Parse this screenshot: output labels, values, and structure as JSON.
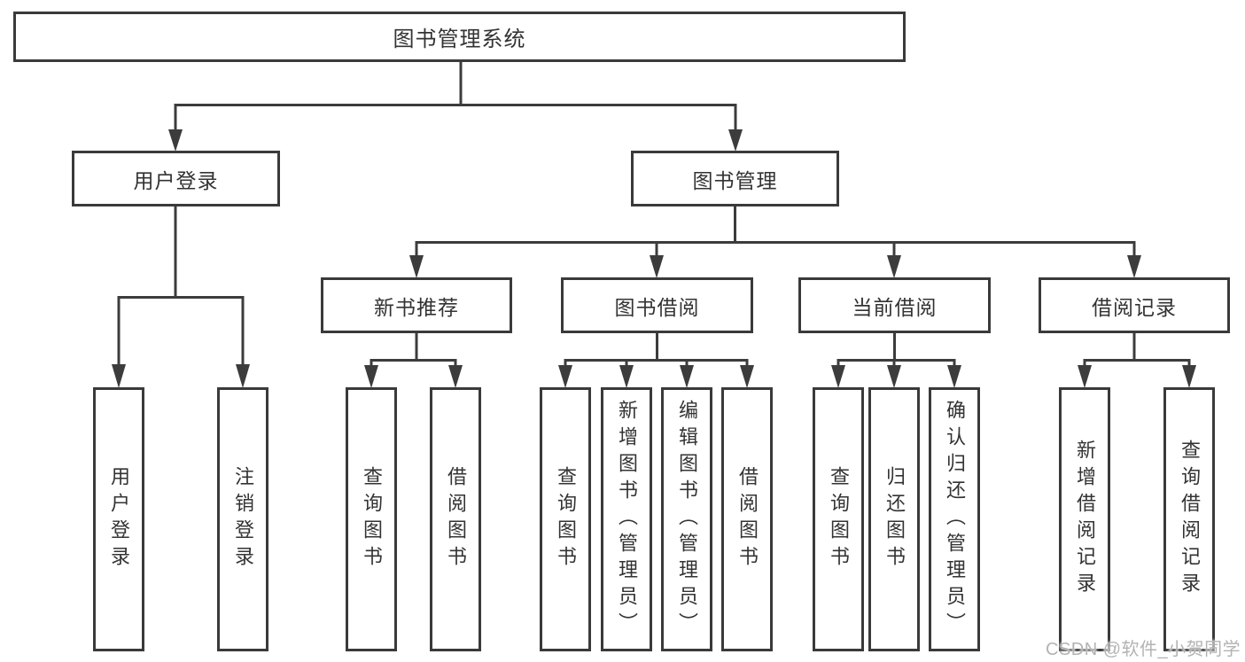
{
  "diagram": {
    "root": {
      "label": "图书管理系统"
    },
    "level2": [
      {
        "label": "用户登录",
        "children": [
          {
            "label": "用户登录"
          },
          {
            "label": "注销登录"
          }
        ]
      },
      {
        "label": "图书管理",
        "children": [
          {
            "label": "新书推荐",
            "children": [
              {
                "label": "查询图书"
              },
              {
                "label": "借阅图书"
              }
            ]
          },
          {
            "label": "图书借阅",
            "children": [
              {
                "label": "查询图书"
              },
              {
                "label": "新增图书（管理员）"
              },
              {
                "label": "编辑图书（管理员）"
              },
              {
                "label": "借阅图书"
              }
            ]
          },
          {
            "label": "当前借阅",
            "children": [
              {
                "label": "查询图书"
              },
              {
                "label": "归还图书"
              },
              {
                "label": "确认归还（管理员）"
              }
            ]
          },
          {
            "label": "借阅记录",
            "children": [
              {
                "label": "新增借阅记录"
              },
              {
                "label": "查询借阅记录"
              }
            ]
          }
        ]
      }
    ]
  },
  "watermark": {
    "text": "CSDN @软件_小贺同学"
  },
  "colors": {
    "line": "#3c3c3c",
    "border": "#3a3a3a",
    "text": "#333333",
    "watermark": "#b3b3b3",
    "background": "#ffffff"
  }
}
